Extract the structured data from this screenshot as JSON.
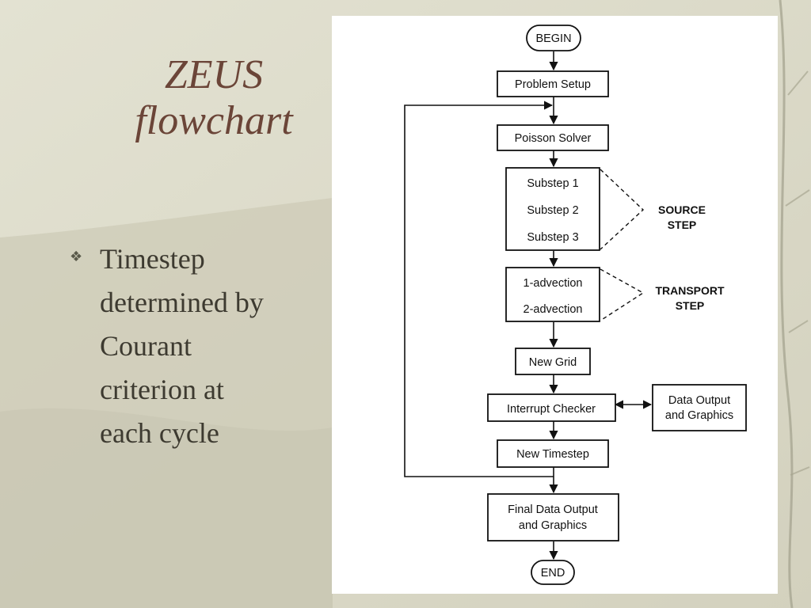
{
  "slide": {
    "title_line1": "ZEUS",
    "title_line2": "flowchart",
    "bullets": [
      {
        "icon": "diamond-bullet-icon",
        "text": "Timestep determined by Courant criterion at each cycle"
      }
    ]
  },
  "flowchart": {
    "begin": "BEGIN",
    "problem_setup": "Problem Setup",
    "poisson_solver": "Poisson Solver",
    "substeps": [
      "Substep 1",
      "Substep 2",
      "Substep 3"
    ],
    "source_step": [
      "SOURCE",
      "STEP"
    ],
    "advections": [
      "1-advection",
      "2-advection"
    ],
    "transport_step": [
      "TRANSPORT",
      "STEP"
    ],
    "new_grid": "New Grid",
    "interrupt_checker": "Interrupt Checker",
    "data_output": [
      "Data Output",
      "and Graphics"
    ],
    "new_timestep": "New Timestep",
    "final_output": [
      "Final Data Output",
      "and Graphics"
    ],
    "end": "END"
  }
}
